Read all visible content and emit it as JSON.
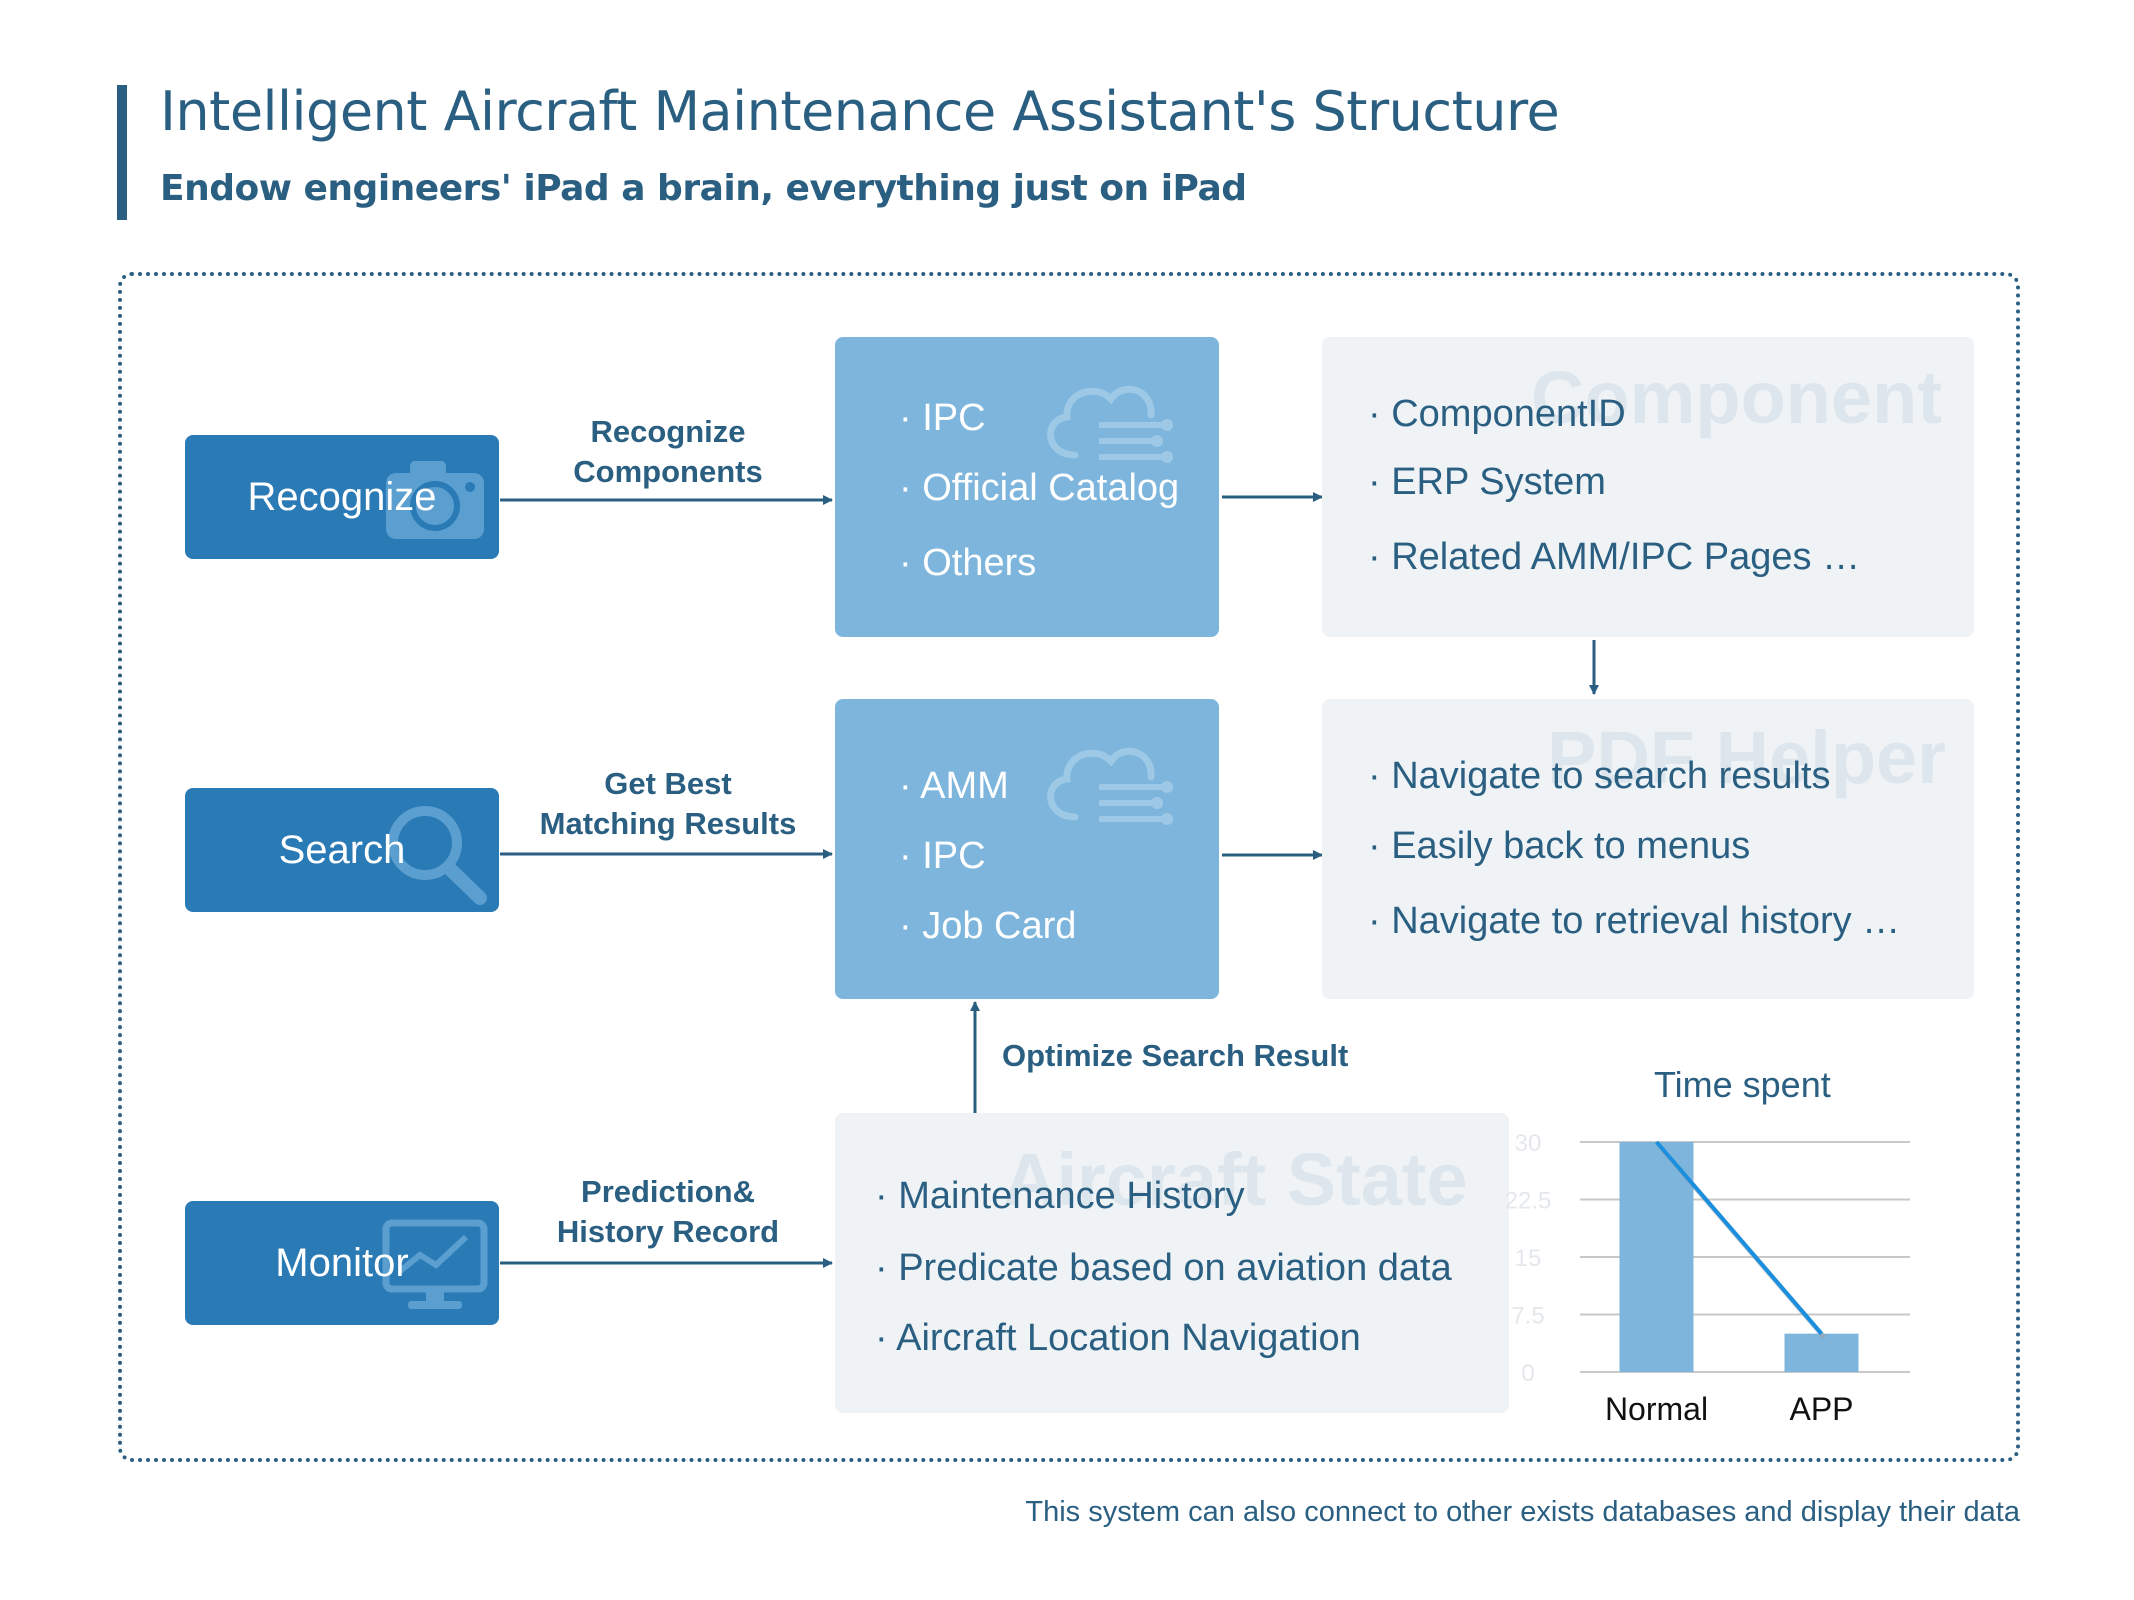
{
  "header": {
    "title": "Intelligent Aircraft Maintenance Assistant's Structure",
    "subtitle": "Endow engineers' iPad a brain, everything just on iPad"
  },
  "actions": {
    "recognize": "Recognize",
    "search": "Search",
    "monitor": "Monitor"
  },
  "edges": {
    "recognize": [
      "Recognize",
      "Components"
    ],
    "search": [
      "Get Best",
      "Matching Results"
    ],
    "monitor": [
      "Prediction&",
      "History Record"
    ],
    "optimize": "Optimize Search Result"
  },
  "hub_recognize": {
    "items": [
      "· IPC",
      "· Official Catalog",
      "· Others"
    ]
  },
  "hub_search": {
    "items": [
      "· AMM",
      "· IPC",
      "· Job Card"
    ]
  },
  "component_panel": {
    "watermark": "Component",
    "items": [
      "· ComponentID",
      "· ERP System",
      "· Related AMM/IPC Pages …"
    ]
  },
  "pdf_panel": {
    "watermark": "PDF Helper",
    "items": [
      "· Navigate to search results",
      "· Easily back to menus",
      "· Navigate to retrieval history …"
    ]
  },
  "aircraft_panel": {
    "watermark": "Aircraft State",
    "items": [
      "· Maintenance History",
      "· Predicate based on aviation data",
      "· Aircraft Location Navigation"
    ]
  },
  "footer": "This system can also connect to other exists databases and display their data",
  "colors": {
    "dark_blue": "#2a5f82",
    "action_blue": "#2a7ab6",
    "hub_blue": "#7db5dc",
    "panel_gray": "#eff3f6",
    "trend_line": "#1a8fe0"
  },
  "chart_data": {
    "type": "bar",
    "title": "Time spent",
    "categories": [
      "Normal",
      "APP"
    ],
    "values": [
      30,
      5
    ],
    "yticks": [
      "30",
      "22.5",
      "15",
      "7.5",
      "0"
    ],
    "ylim": [
      0,
      30
    ],
    "grid": true,
    "trend_line": true
  }
}
